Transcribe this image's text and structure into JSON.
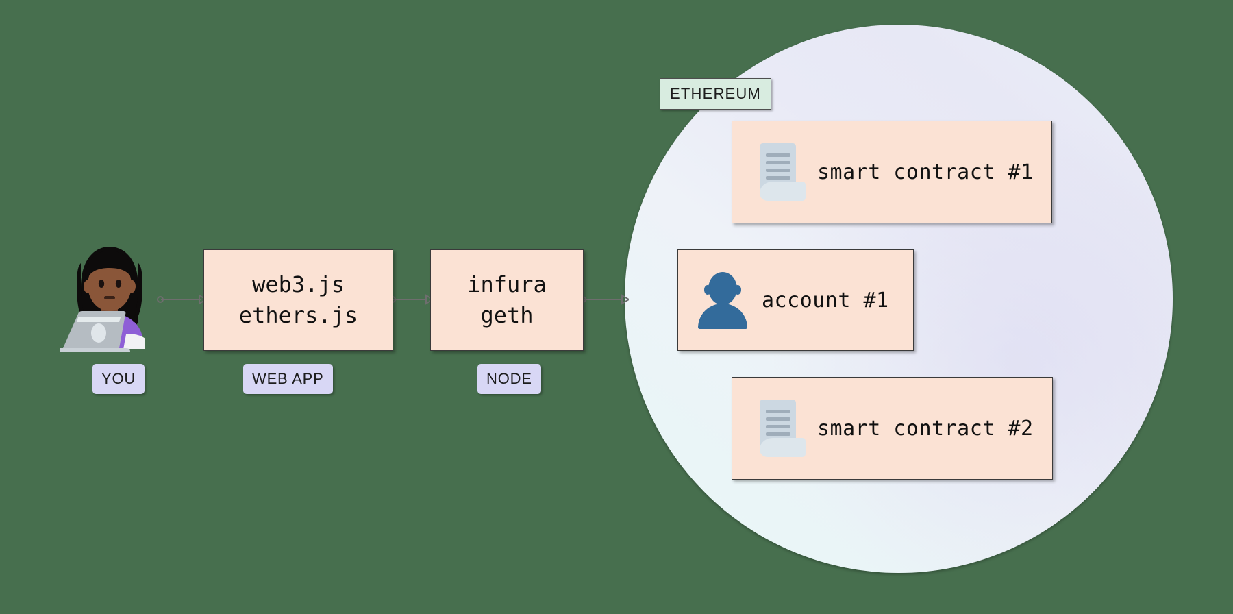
{
  "background_color": "#476f4e",
  "diagram": {
    "title_tag": {
      "label": "ETHEREUM",
      "color": "#d8ece0"
    },
    "colors": {
      "box_fill": "#fbe2d4",
      "box_border": "#3a3a3a",
      "caption_fill": "#d8d7f5",
      "circle_gradient_start": "#e8f7f6",
      "circle_gradient_end": "#e7e8f5",
      "account_icon": "#336b9b",
      "contract_icon": "#c7d5e0",
      "connector": "#6e6e6e",
      "page_background": "#476f4e"
    },
    "pipeline": [
      {
        "id": "you",
        "icon": "woman-technologist-icon",
        "caption": "YOU"
      },
      {
        "id": "web-app",
        "lines": [
          "web3.js",
          "ethers.js"
        ],
        "caption": "WEB APP"
      },
      {
        "id": "node",
        "lines": [
          "infura",
          "geth"
        ],
        "caption": "NODE"
      }
    ],
    "connectors": [
      {
        "id": "you-to-webapp",
        "from": "you",
        "to": "web-app",
        "direction": "bidirectional"
      },
      {
        "id": "webapp-to-node",
        "from": "web-app",
        "to": "node",
        "direction": "bidirectional"
      },
      {
        "id": "node-to-ethereum",
        "from": "node",
        "to": "ethereum",
        "direction": "bidirectional"
      }
    ],
    "ethereum_items": [
      {
        "id": "smart-contract-1",
        "icon": "contract-scroll-icon",
        "label": "smart contract #1"
      },
      {
        "id": "account-1",
        "icon": "account-person-icon",
        "label": "account #1"
      },
      {
        "id": "smart-contract-2",
        "icon": "contract-scroll-icon",
        "label": "smart contract #2"
      }
    ]
  }
}
